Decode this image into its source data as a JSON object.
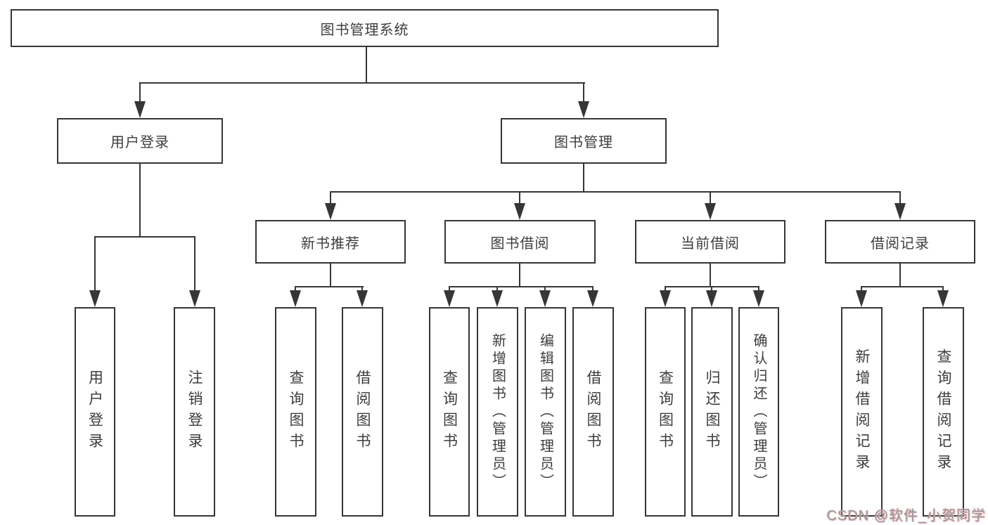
{
  "hierarchy": {
    "label": "图书管理系统",
    "children": [
      {
        "label": "用户登录",
        "children": [
          {
            "label": "用户登录"
          },
          {
            "label": "注销登录"
          }
        ]
      },
      {
        "label": "图书管理",
        "children": [
          {
            "label": "新书推荐",
            "children": [
              {
                "label": "查询图书"
              },
              {
                "label": "借阅图书"
              }
            ]
          },
          {
            "label": "图书借阅",
            "children": [
              {
                "label": "查询图书"
              },
              {
                "label": "新增图书（管理员）"
              },
              {
                "label": "编辑图书（管理员）"
              },
              {
                "label": "借阅图书"
              }
            ]
          },
          {
            "label": "当前借阅",
            "children": [
              {
                "label": "查询图书"
              },
              {
                "label": "归还图书"
              },
              {
                "label": "确认归还（管理员）"
              }
            ]
          },
          {
            "label": "借阅记录",
            "children": [
              {
                "label": "新增借阅记录"
              },
              {
                "label": "查询借阅记录"
              }
            ]
          }
        ]
      }
    ]
  },
  "watermark": {
    "text": "CSDN @软件_小贺同学"
  },
  "colors": {
    "line": "#363638",
    "text": "#3d3d40",
    "background": "#ffffff",
    "watermark_gray": "#94979e",
    "watermark_pink": "#e8aaaa"
  }
}
